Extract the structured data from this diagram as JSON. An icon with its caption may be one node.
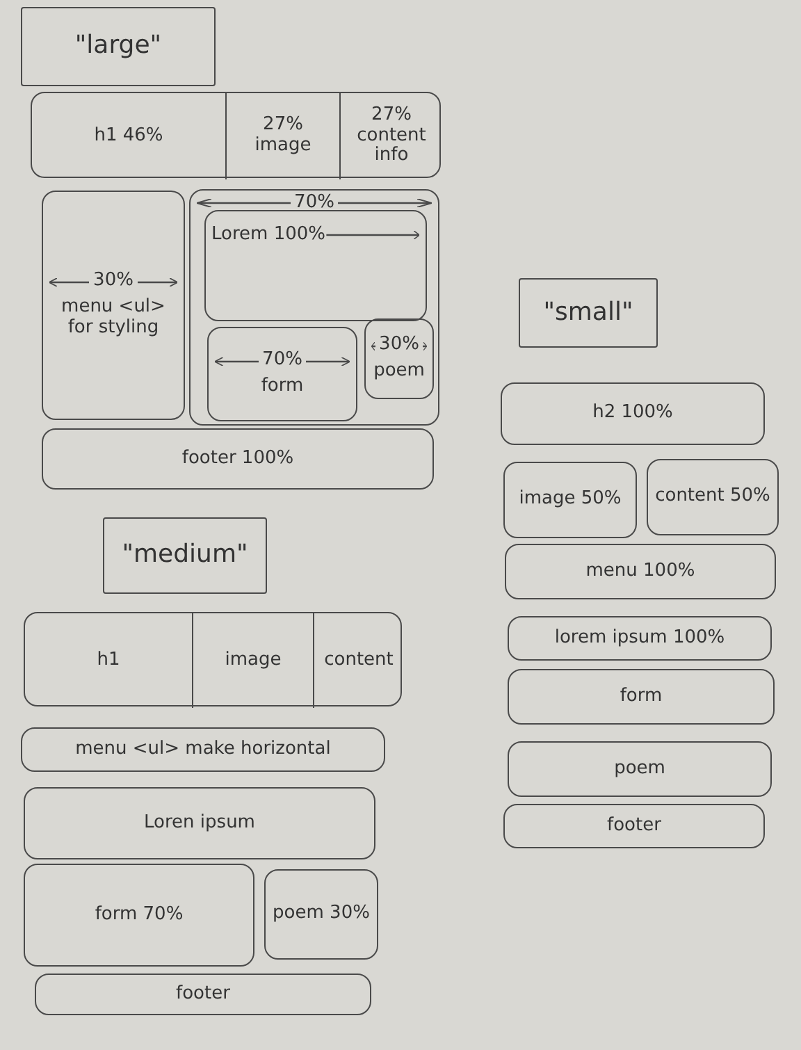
{
  "diagram": {
    "nodes": [
      {
        "text": [
          "\"large\""
        ]
      },
      {
        "text": [],
        "shape": "box"
      },
      {
        "text": [
          "h1 46%"
        ],
        "in": 1
      },
      {
        "text": [
          "27% image"
        ],
        "in": 1
      },
      {
        "text": [
          "27% content info"
        ],
        "in": 1
      },
      {
        "text": [
          "30%",
          "menu <ul> for styling"
        ]
      },
      {
        "text": [
          "70%"
        ]
      },
      {
        "text": [
          "Lorem 100%"
        ],
        "in": 6
      },
      {
        "text": [
          "70%",
          "form"
        ],
        "in": 6
      },
      {
        "text": [
          "30%",
          "poem"
        ],
        "in": 6
      },
      {
        "text": [
          "footer 100%"
        ]
      },
      {
        "text": [
          "\"medium\""
        ]
      },
      {
        "text": [],
        "shape": "box"
      },
      {
        "text": [
          "h1"
        ],
        "in": 12
      },
      {
        "text": [
          "image"
        ],
        "in": 12
      },
      {
        "text": [
          "content"
        ],
        "in": 12
      },
      {
        "text": [
          "menu <ul> make horizontal"
        ]
      },
      {
        "text": [
          "Loren ipsum"
        ]
      },
      {
        "text": [
          "form 70%"
        ]
      },
      {
        "text": [
          "poem 30%"
        ]
      },
      {
        "text": [
          "footer"
        ]
      },
      {
        "text": [
          "\"small\""
        ]
      },
      {
        "text": [
          "h2 100%"
        ]
      },
      {
        "text": [
          "image 50%"
        ]
      },
      {
        "text": [
          "content 50%"
        ]
      },
      {
        "text": [
          "menu 100%"
        ]
      },
      {
        "text": [
          "lorem ipsum 100%"
        ]
      },
      {
        "text": [
          "form"
        ]
      },
      {
        "text": [
          "poem"
        ]
      },
      {
        "text": [
          "footer"
        ]
      }
    ],
    "edges": []
  }
}
